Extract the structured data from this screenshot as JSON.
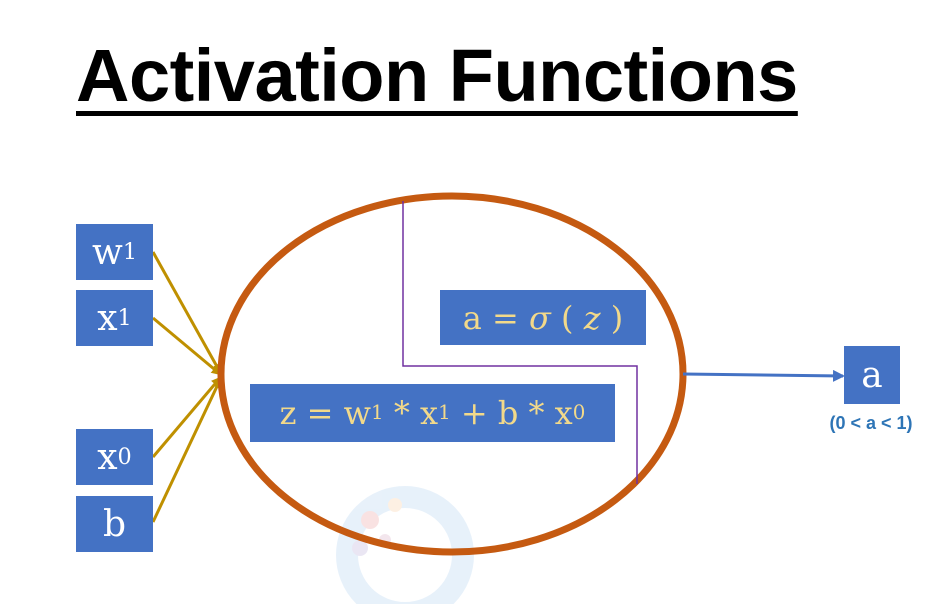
{
  "title": "Activation Functions",
  "inputs": [
    {
      "base": "w",
      "sub": "1"
    },
    {
      "base": "x",
      "sub": "1"
    },
    {
      "base": "x",
      "sub": "0"
    },
    {
      "base": "b",
      "sub": ""
    }
  ],
  "activation_formula": {
    "lhs": "a",
    "eq": "=",
    "fn": "σ",
    "open": "(",
    "arg": "z",
    "close": ")"
  },
  "sum_formula": {
    "lhs": "z",
    "eq": "=",
    "t1_base": "w",
    "t1_sub": "1",
    "op1": "*",
    "t2_base": "x",
    "t2_sub": "1",
    "plus": "+",
    "t3": "b",
    "op2": "*",
    "t4_base": "x",
    "t4_sub": "0"
  },
  "output": {
    "label": "a",
    "range": "(0 < a < 1)"
  },
  "colors": {
    "box_fill": "#4472c4",
    "formula_text": "#f2d98a",
    "neuron_outline": "#c55a11",
    "input_arrows": "#bf9000",
    "output_arrow": "#4472c4",
    "divider_line": "#7030a0",
    "range_text": "#2e75b6"
  }
}
